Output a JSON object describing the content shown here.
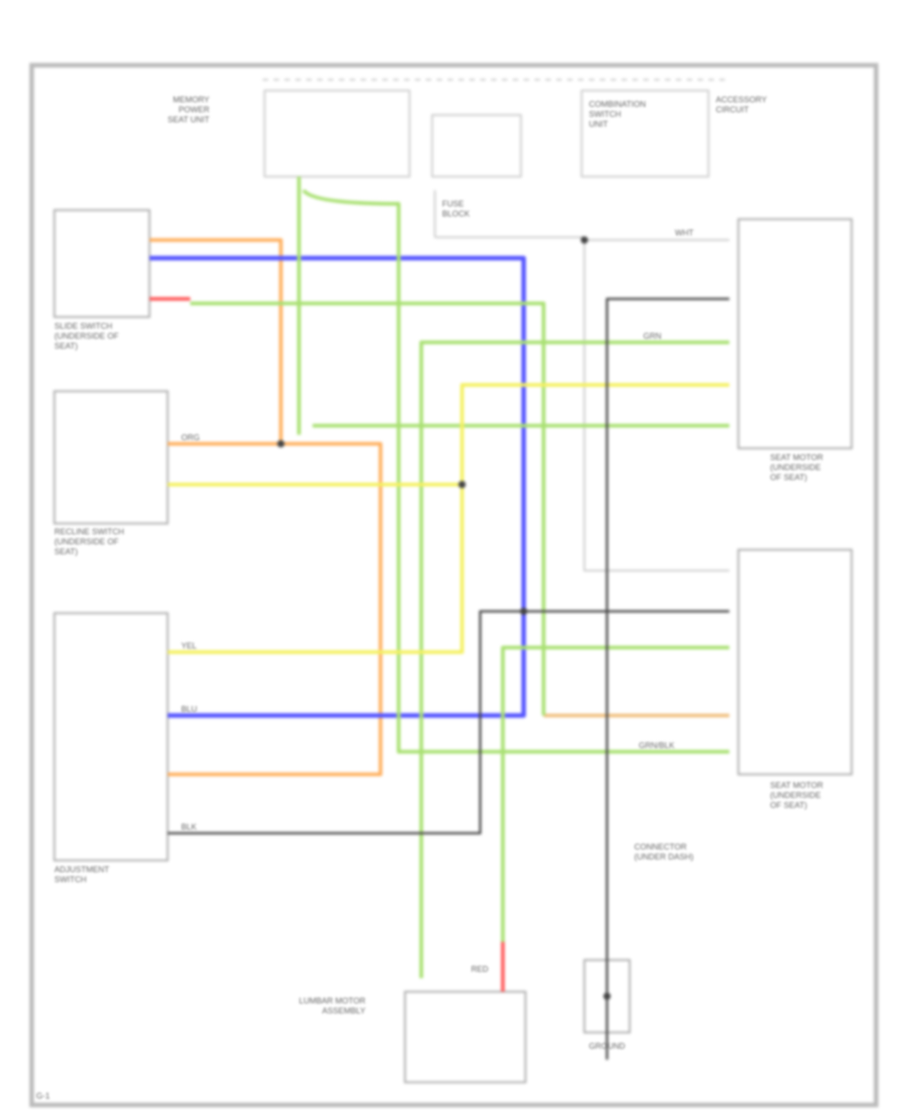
{
  "diagram": {
    "colors": {
      "orange": "#ffb060",
      "blue": "#5555ff",
      "green": "#a8e070",
      "yellow": "#f4f060",
      "black": "#444444",
      "red": "#ff5a5a",
      "gray": "#bbbbbb"
    },
    "labels": {
      "top_left_component": "MEMORY\nPOWER\nSEAT UNIT",
      "top_relay": "FUSE\nBLOCK",
      "top_right_component": "COMBINATION\nSWITCH\nUNIT",
      "top_note": "ACCESSORY\nCIRCUIT",
      "switch1": "SLIDE SWITCH\n(UNDERSIDE OF\nSEAT)",
      "switch2": "RECLINE SWITCH\n(UNDERSIDE OF\nSEAT)",
      "switch3": "ADJUSTMENT\nSWITCH",
      "motor1": "SEAT MOTOR\n(UNDERSIDE\nOF SEAT)",
      "motor2": "SEAT MOTOR\n(UNDERSIDE\nOF SEAT)",
      "bottom_motor": "LUMBAR MOTOR\nASSEMBLY",
      "bottom_conn": "CONNECTOR\n(UNDER DASH)",
      "ground": "GROUND",
      "corner_note": "G-1"
    },
    "wires": {
      "w_org": "ORG",
      "w_blu": "BLU",
      "w_grn": "GRN",
      "w_yel": "YEL",
      "w_blk": "BLK",
      "w_red": "RED",
      "w_wht": "WHT",
      "w_grn_blk": "GRN/BLK"
    }
  }
}
